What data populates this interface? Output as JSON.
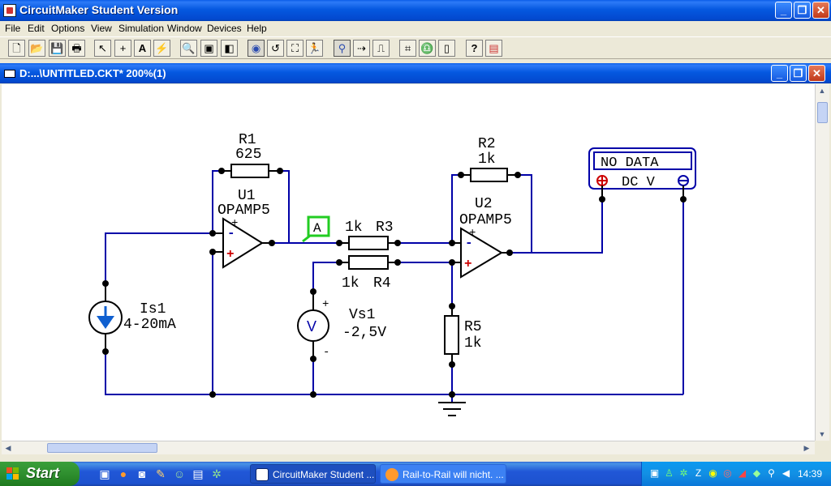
{
  "window": {
    "title": "CircuitMaker Student Version",
    "controls": [
      "minimize",
      "restore",
      "close"
    ]
  },
  "menu": [
    "File",
    "Edit",
    "Options",
    "View",
    "Simulation",
    "Window",
    "Devices",
    "Help"
  ],
  "toolbar": {
    "buttons": [
      {
        "icon": "new-icon",
        "glyph": "🗋"
      },
      {
        "icon": "open-icon",
        "glyph": "📂"
      },
      {
        "icon": "save-icon",
        "glyph": "💾"
      },
      {
        "icon": "print-icon",
        "glyph": "🖶"
      },
      {
        "icon": "arrow-tool-icon",
        "glyph": "↖"
      },
      {
        "icon": "wire-tool-icon",
        "glyph": "+"
      },
      {
        "icon": "text-tool-icon",
        "glyph": "A"
      },
      {
        "icon": "probe-tool-icon",
        "glyph": "⚡"
      },
      {
        "icon": "zoom-icon",
        "glyph": "🔍"
      },
      {
        "icon": "cut-icon",
        "glyph": "▣"
      },
      {
        "icon": "mirror-icon",
        "glyph": "◧"
      },
      {
        "icon": "analog-mode-icon",
        "glyph": "◉"
      },
      {
        "icon": "rotate-icon",
        "glyph": "↺"
      },
      {
        "icon": "step-icon",
        "glyph": "⛶"
      },
      {
        "icon": "run-icon",
        "glyph": "🏃"
      },
      {
        "icon": "probe-icon",
        "glyph": "⚲"
      },
      {
        "icon": "trace-icon",
        "glyph": "⇢"
      },
      {
        "icon": "waveform-icon",
        "glyph": "⎍"
      },
      {
        "icon": "device-icon",
        "glyph": "⌗"
      },
      {
        "icon": "find-icon",
        "glyph": "♎"
      },
      {
        "icon": "clipboard-icon",
        "glyph": "▯"
      },
      {
        "icon": "help-icon",
        "glyph": "?"
      },
      {
        "icon": "palette-icon",
        "glyph": "▤"
      }
    ]
  },
  "document": {
    "title": "D:...\\UNTITLED.CKT* 200%(1)"
  },
  "schematic": {
    "components": {
      "r1": {
        "name": "R1",
        "value": "625"
      },
      "u1": {
        "name": "U1",
        "model": "OPAMP5"
      },
      "probe": {
        "label": "A"
      },
      "r3": {
        "value": "1k",
        "name": "R3"
      },
      "r4": {
        "value": "1k",
        "name": "R4"
      },
      "r2": {
        "name": "R2",
        "value": "1k"
      },
      "u2": {
        "name": "U2",
        "model": "OPAMP5"
      },
      "r5": {
        "name": "R5",
        "value": "1k"
      },
      "is1": {
        "name": "Is1",
        "value": "4-20mA"
      },
      "vs1": {
        "name": "Vs1",
        "value": "-2,5V",
        "plus": "+",
        "minus": "-"
      },
      "meter": {
        "display": "NO DATA",
        "mode": "DC V"
      }
    }
  },
  "taskbar": {
    "start_label": "Start",
    "tasks": [
      {
        "label": "CircuitMaker Student ...",
        "active": true
      },
      {
        "label": "Rail-to-Rail will nicht. ...",
        "active": false
      }
    ],
    "clock": "14:39"
  },
  "colors": {
    "wire": "#0000a8",
    "node": "#000000",
    "probe_green": "#22cc22",
    "terminal_red": "#cc0000"
  }
}
